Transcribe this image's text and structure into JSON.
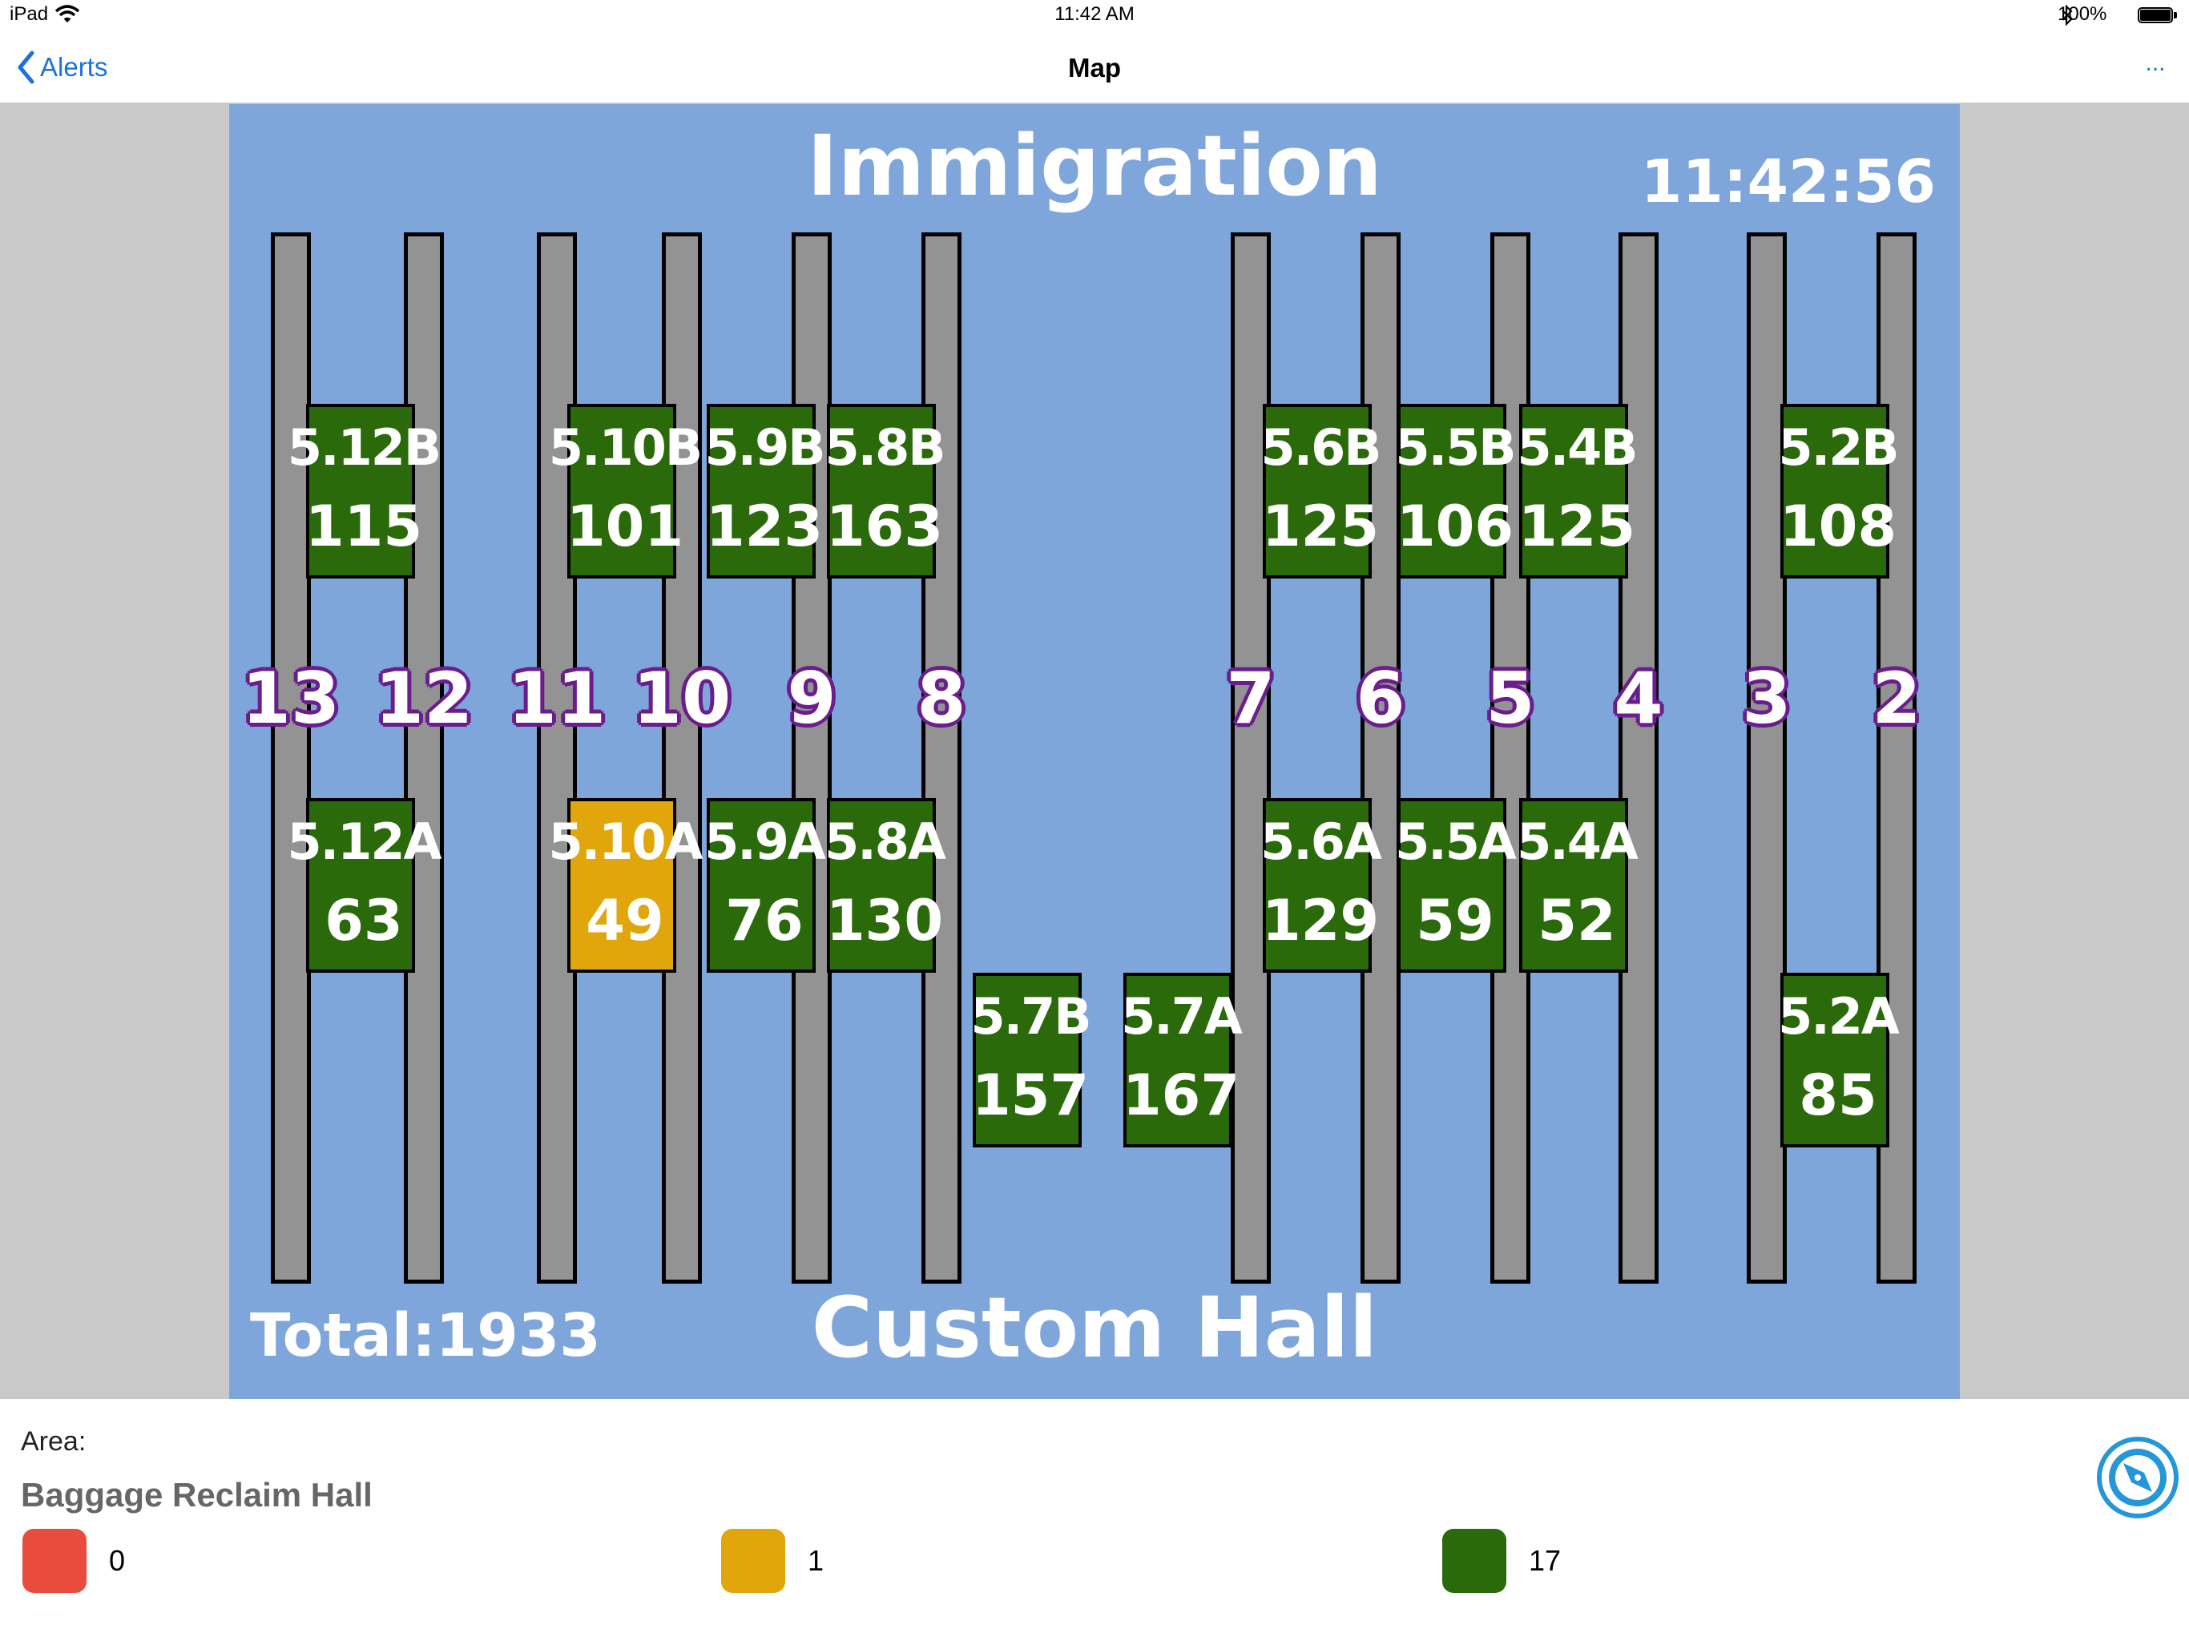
{
  "status_bar": {
    "device": "iPad",
    "time": "11:42 AM",
    "battery": "100%"
  },
  "nav": {
    "back_label": "Alerts",
    "title": "Map",
    "more_label": "..."
  },
  "map": {
    "title": "Immigration",
    "clock": "11:42:56",
    "total": "Total:1933",
    "footer": "Custom Hall",
    "belts": [
      "13",
      "12",
      "11",
      "10",
      "9",
      "8",
      "7",
      "6",
      "5",
      "4",
      "3",
      "2"
    ],
    "zones": [
      {
        "name": "5.12B",
        "count": "115",
        "status": "normal"
      },
      {
        "name": "5.10B",
        "count": "101",
        "status": "normal"
      },
      {
        "name": "5.9B",
        "count": "123",
        "status": "normal"
      },
      {
        "name": "5.8B",
        "count": "163",
        "status": "normal"
      },
      {
        "name": "5.6B",
        "count": "125",
        "status": "normal"
      },
      {
        "name": "5.5B",
        "count": "106",
        "status": "normal"
      },
      {
        "name": "5.4B",
        "count": "125",
        "status": "normal"
      },
      {
        "name": "5.2B",
        "count": "108",
        "status": "normal"
      },
      {
        "name": "5.12A",
        "count": "63",
        "status": "normal"
      },
      {
        "name": "5.10A",
        "count": "49",
        "status": "warning"
      },
      {
        "name": "5.9A",
        "count": "76",
        "status": "normal"
      },
      {
        "name": "5.8A",
        "count": "130",
        "status": "normal"
      },
      {
        "name": "5.6A",
        "count": "129",
        "status": "normal"
      },
      {
        "name": "5.5A",
        "count": "59",
        "status": "normal"
      },
      {
        "name": "5.4A",
        "count": "52",
        "status": "normal"
      },
      {
        "name": "5.7B",
        "count": "157",
        "status": "normal"
      },
      {
        "name": "5.7A",
        "count": "167",
        "status": "normal"
      },
      {
        "name": "5.2A",
        "count": "85",
        "status": "normal"
      }
    ]
  },
  "area": {
    "label": "Area:",
    "name": "Baggage Reclaim Hall"
  },
  "legend": [
    {
      "color": "#e84c3d",
      "count": "0"
    },
    {
      "color": "#e0a60c",
      "count": "1"
    },
    {
      "color": "#2a6a0a",
      "count": "17"
    }
  ],
  "colors": {
    "accent": "#1a73d9",
    "map_bg": "#7ea6db",
    "normal": "#2a6a0a",
    "warning": "#e0a60c",
    "belt_label": "#6b1f8c"
  },
  "icons": [
    "wifi-icon",
    "bluetooth-icon",
    "battery-icon",
    "chevron-left-icon",
    "compass-icon"
  ]
}
